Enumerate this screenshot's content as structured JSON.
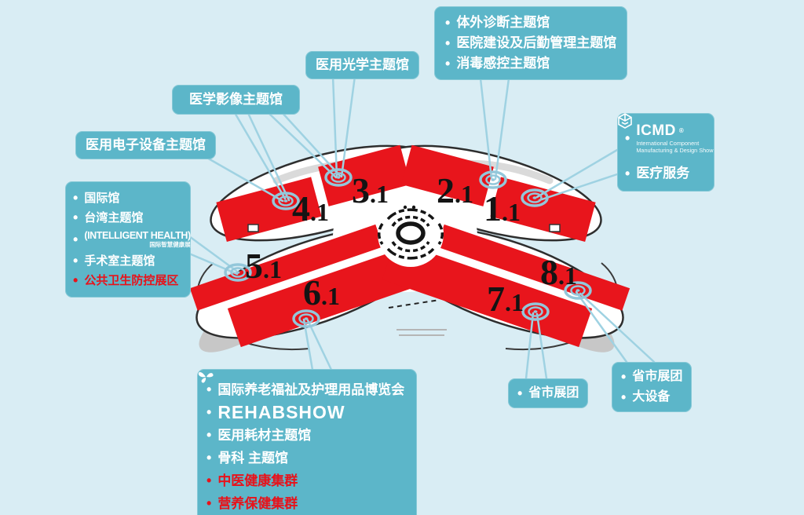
{
  "colors": {
    "background": "#d9edf4",
    "callout_box": "#5cb6c9",
    "hall_red": "#e8151c",
    "red_text": "#e8121a",
    "marker_blue": "#93c7da",
    "line_blue": "#9fd2e2"
  },
  "halls": [
    {
      "main": "1",
      "sub": ".1"
    },
    {
      "main": "2",
      "sub": ".1"
    },
    {
      "main": "3",
      "sub": ".1"
    },
    {
      "main": "4",
      "sub": ".1"
    },
    {
      "main": "5",
      "sub": ".1"
    },
    {
      "main": "6",
      "sub": ".1"
    },
    {
      "main": "7",
      "sub": ".1"
    },
    {
      "main": "8",
      "sub": ".1"
    }
  ],
  "callouts": {
    "optics": {
      "label": "医用光学主题馆"
    },
    "imaging": {
      "label": "医学影像主题馆"
    },
    "electronics": {
      "label": "医用电子设备主题馆"
    },
    "north_east": {
      "items": [
        "体外诊断主题馆",
        "医院建设及后勤管理主题馆",
        "消毒感控主题馆"
      ]
    },
    "west": {
      "item1": "国际馆",
      "item2": "台湾主题馆",
      "logo_text": "(INTELLIGENT HEALTH)",
      "logo_subtitle": "国际智慧健康展",
      "item3": "手术室主题馆",
      "item4_red": "公共卫生防控展区"
    },
    "icmd": {
      "logo_text": "ICMD",
      "logo_reg": "®",
      "logo_sub1": "International Component",
      "logo_sub2": "Manufacturing & Design Show",
      "item": "医疗服务"
    },
    "south": {
      "item1": "国际养老福祉及护理用品博览会",
      "logo_text": "REHABSHOW",
      "item2": "医用耗材主题馆",
      "item3": "骨科 主题馆",
      "item4_red": "中医健康集群",
      "item5_red": "营养保健集群"
    },
    "provincial": {
      "item1": "省市展团"
    },
    "south_east": {
      "item1": "省市展团",
      "item2": "大设备"
    }
  }
}
